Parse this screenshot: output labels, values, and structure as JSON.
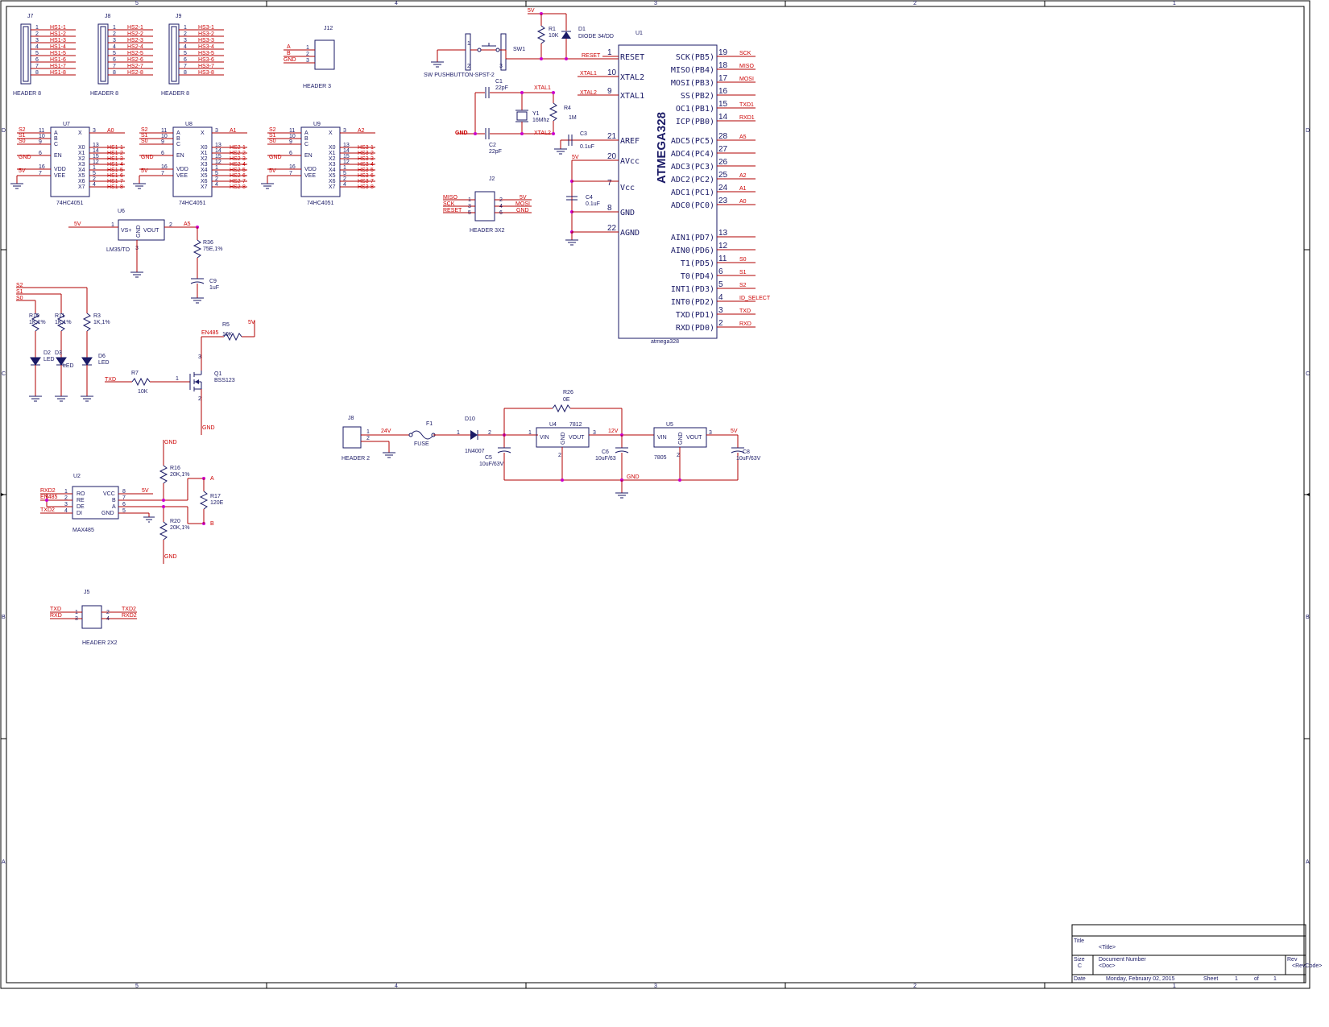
{
  "border": {
    "cols": [
      "5",
      "4",
      "3",
      "2",
      "1"
    ],
    "rows": [
      "D",
      "C",
      "B",
      "A"
    ]
  },
  "headers8": [
    {
      "ref": "J7",
      "value": "HEADER 8",
      "pins": [
        "1",
        "2",
        "3",
        "4",
        "5",
        "6",
        "7",
        "8"
      ],
      "nets": [
        "HS1-1",
        "HS1-2",
        "HS1-3",
        "HS1-4",
        "HS1-5",
        "HS1-6",
        "HS1-7",
        "HS1-8"
      ]
    },
    {
      "ref": "J8",
      "value": "HEADER 8",
      "pins": [
        "1",
        "2",
        "3",
        "4",
        "5",
        "6",
        "7",
        "8"
      ],
      "nets": [
        "HS2-1",
        "HS2-2",
        "HS2-3",
        "HS2-4",
        "HS2-5",
        "HS2-6",
        "HS2-7",
        "HS2-8"
      ]
    },
    {
      "ref": "J9",
      "value": "HEADER 8",
      "pins": [
        "1",
        "2",
        "3",
        "4",
        "5",
        "6",
        "7",
        "8"
      ],
      "nets": [
        "HS3-1",
        "HS3-2",
        "HS3-3",
        "HS3-4",
        "HS3-5",
        "HS3-6",
        "HS3-7",
        "HS3-8"
      ]
    }
  ],
  "j12": {
    "ref": "J12",
    "value": "HEADER 3",
    "pins": [
      "1",
      "2",
      "3"
    ],
    "nets": [
      "A",
      "B",
      "GND"
    ]
  },
  "muxes": [
    {
      "ref": "U7",
      "value": "74HC4051",
      "out": "A0",
      "sel": [
        "S2",
        "S1",
        "S0"
      ],
      "nets": [
        "HS1-1",
        "HS1-2",
        "HS1-3",
        "HS1-4",
        "HS1-5",
        "HS1-6",
        "HS1-7",
        "HS1-8"
      ]
    },
    {
      "ref": "U8",
      "value": "74HC4051",
      "out": "A1",
      "sel": [
        "S2",
        "S1",
        "S0"
      ],
      "nets": [
        "HS2-1",
        "HS2-2",
        "HS2-3",
        "HS2-4",
        "HS2-5",
        "HS2-6",
        "HS2-7",
        "HS2-8"
      ]
    },
    {
      "ref": "U9",
      "value": "74HC4051",
      "out": "A2",
      "sel": [
        "S2",
        "S1",
        "S0"
      ],
      "nets": [
        "HS3-1",
        "HS3-2",
        "HS3-3",
        "HS3-4",
        "HS3-5",
        "HS3-6",
        "HS3-7",
        "HS3-8"
      ]
    }
  ],
  "mux_pins": {
    "left_names": [
      "A",
      "B",
      "C",
      "EN",
      "VDD",
      "VEE"
    ],
    "left_nums": [
      "11",
      "10",
      "9",
      "6",
      "16",
      "7"
    ],
    "right_names": [
      "X",
      "X0",
      "X1",
      "X2",
      "X3",
      "X4",
      "X5",
      "X6",
      "X7"
    ],
    "right_nums": [
      "3",
      "13",
      "14",
      "15",
      "12",
      "1",
      "5",
      "2",
      "4"
    ],
    "gnd": "GND",
    "vdd": "5V"
  },
  "u6": {
    "ref": "U6",
    "value": "LM35/TO",
    "vin": "VS+",
    "vout": "VOUT",
    "gnd": "GND",
    "p1": "1",
    "p2": "2",
    "p3": "3",
    "net_in": "5V",
    "net_out": "A5"
  },
  "r36": {
    "ref": "R36",
    "value": "75E,1%"
  },
  "c9": {
    "ref": "C9",
    "value": "1uF"
  },
  "leds": {
    "nets": [
      "S2",
      "S1",
      "S0"
    ],
    "items": [
      {
        "r": "R10",
        "rv": "1K,1%",
        "d": "D2",
        "dv": "LED"
      },
      {
        "r": "R11",
        "rv": "1K,1%",
        "d": "D3",
        "dv": "LED"
      },
      {
        "r": "R3",
        "rv": "1K,1%",
        "d": "D6",
        "dv": "LED"
      }
    ]
  },
  "q1": {
    "ref": "Q1",
    "value": "BSS123",
    "r5": "R5",
    "r5v": "10K",
    "en": "EN485",
    "vcc": "5V",
    "r7": "R7",
    "r7v": "10K",
    "txd": "TXD",
    "gnd": "GND",
    "p1": "1",
    "p2": "2",
    "p3": "3"
  },
  "u2": {
    "ref": "U2",
    "value": "MAX485",
    "left": [
      "RO",
      "RE",
      "DE",
      "DI"
    ],
    "leftnum": [
      "1",
      "2",
      "3",
      "4"
    ],
    "right": [
      "VCC",
      "B",
      "A",
      "GND"
    ],
    "rightnum": [
      "8",
      "7",
      "6",
      "5"
    ],
    "nets_left": [
      "RXD2",
      "EN485",
      "TXD2"
    ],
    "vcc": "5V",
    "gnd_top": "GND",
    "gnd_bot": "GND",
    "a": "A",
    "b": "B",
    "r16": "R16",
    "r16v": "20K,1%",
    "r17": "R17",
    "r17v": "120E",
    "r20": "R20",
    "r20v": "20K,1%"
  },
  "j5": {
    "ref": "J5",
    "value": "HEADER 2X2",
    "left": [
      "TXD",
      "RXD"
    ],
    "right": [
      "TXD2",
      "RXD2"
    ],
    "pins": [
      "1",
      "3",
      "2",
      "4"
    ]
  },
  "sw1": {
    "ref": "SW1",
    "value": "SW PUSHBUTTON-SPST-2",
    "p1": "1",
    "p2": "2",
    "p3": "3"
  },
  "r1": {
    "ref": "R1",
    "value": "10K"
  },
  "d1": {
    "ref": "D1",
    "value": "DIODE 34/DD"
  },
  "vcc5": "5V",
  "reset": "RESET",
  "xtal": {
    "c1": "C1",
    "c1v": "22pF",
    "c2": "C2",
    "c2v": "22pF",
    "y1": "Y1",
    "y1v": "16Mhz",
    "r4": "R4",
    "r4v": "1M",
    "xtal1": "XTAL1",
    "xtal2": "XTAL2",
    "gnd": "GND"
  },
  "c3": {
    "ref": "C3",
    "value": "0.1uF"
  },
  "c4": {
    "ref": "C4",
    "value": "0.1uF"
  },
  "j2": {
    "ref": "J2",
    "value": "HEADER 3X2",
    "left": [
      "MISO",
      "SCK",
      "RESET"
    ],
    "right": [
      "5V",
      "MOSI",
      "GND"
    ],
    "lnum": [
      "1",
      "3",
      "5"
    ],
    "rnum": [
      "2",
      "4",
      "6"
    ]
  },
  "u1": {
    "ref": "U1",
    "value": "atmega328",
    "title": "ATMEGA328",
    "left": [
      {
        "n": "1",
        "name": "RESET",
        "net": "RESET"
      },
      {
        "n": "10",
        "name": "XTAL2",
        "net": "XTAL1"
      },
      {
        "n": "9",
        "name": "XTAL1",
        "net": "XTAL2"
      },
      {
        "n": "21",
        "name": "AREF",
        "net": ""
      },
      {
        "n": "20",
        "name": "AVcc",
        "net": "5V"
      },
      {
        "n": "7",
        "name": "Vcc",
        "net": ""
      },
      {
        "n": "8",
        "name": "GND",
        "net": ""
      },
      {
        "n": "22",
        "name": "AGND",
        "net": ""
      }
    ],
    "right": [
      {
        "n": "19",
        "name": "SCK(PB5)",
        "net": "SCK"
      },
      {
        "n": "18",
        "name": "MISO(PB4)",
        "net": "MISO"
      },
      {
        "n": "17",
        "name": "MOSI(PB3)",
        "net": "MOSI"
      },
      {
        "n": "16",
        "name": "SS(PB2)",
        "net": ""
      },
      {
        "n": "15",
        "name": "OC1(PB1)",
        "net": "TXD1"
      },
      {
        "n": "14",
        "name": "ICP(PB0)",
        "net": "RXD1"
      },
      {
        "n": "28",
        "name": "ADC5(PC5)",
        "net": "A5"
      },
      {
        "n": "27",
        "name": "ADC4(PC4)",
        "net": ""
      },
      {
        "n": "26",
        "name": "ADC3(PC3)",
        "net": ""
      },
      {
        "n": "25",
        "name": "ADC2(PC2)",
        "net": "A2"
      },
      {
        "n": "24",
        "name": "ADC1(PC1)",
        "net": "A1"
      },
      {
        "n": "23",
        "name": "ADC0(PC0)",
        "net": "A0"
      },
      {
        "n": "13",
        "name": "AIN1(PD7)",
        "net": ""
      },
      {
        "n": "12",
        "name": "AIN0(PD6)",
        "net": ""
      },
      {
        "n": "11",
        "name": "T1(PD5)",
        "net": "S0"
      },
      {
        "n": "6",
        "name": "T0(PD4)",
        "net": "S1"
      },
      {
        "n": "5",
        "name": "INT1(PD3)",
        "net": "S2"
      },
      {
        "n": "4",
        "name": "INT0(PD2)",
        "net": "ID_SELECT"
      },
      {
        "n": "3",
        "name": "TXD(PD1)",
        "net": "TXD"
      },
      {
        "n": "2",
        "name": "RXD(PD0)",
        "net": "RXD"
      }
    ]
  },
  "power": {
    "j8": "J8",
    "j8v": "HEADER 2",
    "p1": "1",
    "p2": "2",
    "v24": "24V",
    "f1": "F1",
    "f1v": "FUSE",
    "d10": "D10",
    "d10v": "1N4007",
    "r26": "R26",
    "r26v": "0E",
    "c5": "C5",
    "c5v": "10uF/63V",
    "u4": "U4",
    "u4v": "7812",
    "v12": "12V",
    "c6": "C6",
    "c6v": "10uF/63",
    "u5": "U5",
    "u5v": "7805",
    "v5": "5V",
    "c8": "C8",
    "c8v": "10uF/63V",
    "gnd": "GND",
    "vin": "VIN",
    "vout": "VOUT",
    "gndpin": "GND",
    "n1": "1",
    "n2": "2",
    "n3": "3"
  },
  "titleblock": {
    "title_label": "Title",
    "title": "<Title>",
    "size_label": "Size",
    "size": "C",
    "docnum_label": "Document Number",
    "doc": "<Doc>",
    "rev_label": "Rev",
    "rev": "<RevCode>",
    "date_label": "Date",
    "date": "Monday, February 02, 2015",
    "sheet_label": "Sheet",
    "sheet": "1",
    "of_label": "of",
    "of": "1"
  }
}
